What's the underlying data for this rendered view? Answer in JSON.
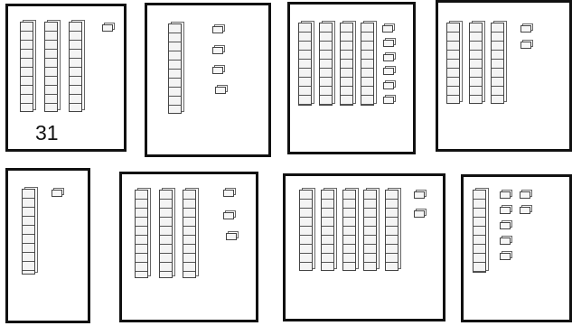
{
  "cards": [
    {
      "id": "c1",
      "tens": 3,
      "ones": 1,
      "answer": "31"
    },
    {
      "id": "c2",
      "tens": 1,
      "ones": 4,
      "answer": ""
    },
    {
      "id": "c3",
      "tens": 4,
      "ones": 6,
      "answer": ""
    },
    {
      "id": "c4",
      "tens": 3,
      "ones": 2,
      "answer": ""
    },
    {
      "id": "c5",
      "tens": 1,
      "ones": 1,
      "answer": ""
    },
    {
      "id": "c6",
      "tens": 3,
      "ones": 3,
      "answer": ""
    },
    {
      "id": "c7",
      "tens": 5,
      "ones": 2,
      "answer": ""
    },
    {
      "id": "c8",
      "tens": 1,
      "ones": 7,
      "answer": ""
    }
  ]
}
